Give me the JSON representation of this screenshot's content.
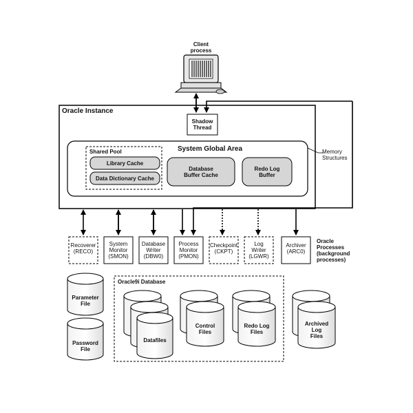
{
  "client": {
    "label": "Client\nprocess"
  },
  "instance": {
    "title": "Oracle Instance",
    "shadow_thread": "Shadow\nThread",
    "memory_structures": "Memory\nStructures",
    "sga": {
      "title": "System Global Area",
      "shared_pool": {
        "title": "Shared Pool",
        "library_cache": "Library Cache",
        "data_dictionary_cache": "Data Dictionary Cache"
      },
      "database_buffer_cache": "Database\nBuffer Cache",
      "redo_log_buffer": "Redo Log\nBuffer"
    }
  },
  "processes": {
    "caption": "Oracle\nProcesses\n(background\nprocesses)",
    "items": [
      {
        "label": "Recoverer\n(RECO)"
      },
      {
        "label": "System\nMonitor\n(SMON)"
      },
      {
        "label": "Database\nWriter\n(DBW0)"
      },
      {
        "label": "Process\nMonitor\n(PMON)"
      },
      {
        "label": "Checkpoint\n(CKPT)"
      },
      {
        "label": "Log\nWriter\n(LGWR)"
      },
      {
        "label": "Archiver\n(ARC0)"
      }
    ]
  },
  "storage": {
    "parameter_file": "Parameter\nFile",
    "password_file": "Password\nFile",
    "database": {
      "title": "Oracle9i Database",
      "datafiles": "Datafiles",
      "control_files": "Control\nFiles",
      "redo_log_files": "Redo Log\nFiles"
    },
    "archived_log_files": "Archived\nLog\nFiles"
  }
}
